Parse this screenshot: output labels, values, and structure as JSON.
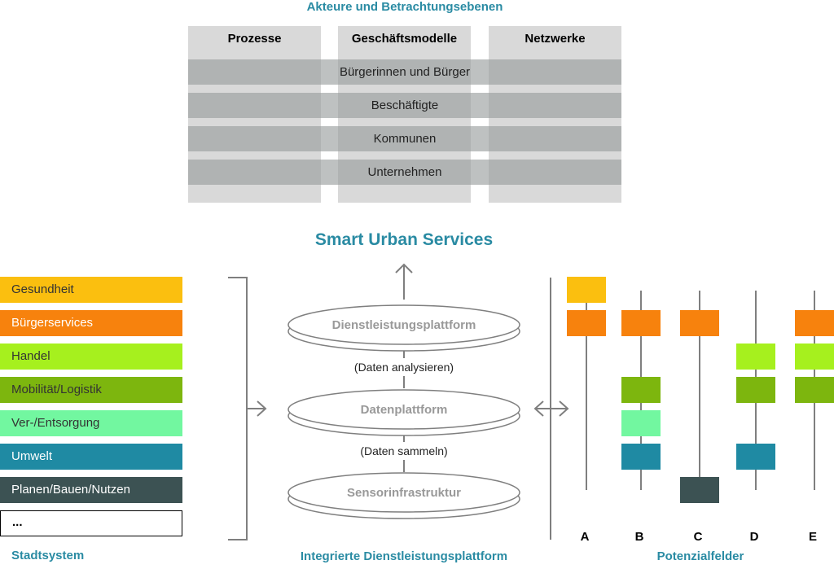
{
  "actors_section": {
    "title": "Akteure und Betrachtungsebenen",
    "columns": [
      "Prozesse",
      "Geschäftsmodelle",
      "Netzwerke"
    ],
    "actors": [
      "Bürgerinnen und Bürger",
      "Beschäftigte",
      "Kommunen",
      "Unternehmen"
    ]
  },
  "main_title": "Smart Urban Services",
  "city_system": {
    "label": "Stadtsystem",
    "items": [
      {
        "label": "Gesundheit",
        "color": "#fbbf0f",
        "text_color": "#333333"
      },
      {
        "label": "Bürgerservices",
        "color": "#f7820d",
        "text_color": "#ffffff"
      },
      {
        "label": "Handel",
        "color": "#a6f01e",
        "text_color": "#333333"
      },
      {
        "label": "Mobilität/Logistik",
        "color": "#7db60e",
        "text_color": "#333333"
      },
      {
        "label": "Ver-/Entsorgung",
        "color": "#72f7a0",
        "text_color": "#333333"
      },
      {
        "label": "Umwelt",
        "color": "#1f8aa3",
        "text_color": "#ffffff"
      },
      {
        "label": "Planen/Bauen/Nutzen",
        "color": "#3c5253",
        "text_color": "#ffffff"
      },
      {
        "label": "...",
        "color": "#ffffff",
        "text_color": "#000000"
      }
    ]
  },
  "platform": {
    "label": "Integrierte Dienstleistungsplattform",
    "layers": [
      "Dienstleistungsplattform",
      "Datenplattform",
      "Sensorinfrastruktur"
    ],
    "steps": [
      "(Daten analysieren)",
      "(Daten sammeln)"
    ]
  },
  "potential_fields": {
    "label": "Potenzialfelder",
    "columns": [
      {
        "letter": "A",
        "items": [
          0,
          1
        ]
      },
      {
        "letter": "B",
        "items": [
          1,
          3,
          4,
          5
        ]
      },
      {
        "letter": "C",
        "items": [
          1,
          6
        ]
      },
      {
        "letter": "D",
        "items": [
          2,
          3,
          5
        ]
      },
      {
        "letter": "E",
        "items": [
          1,
          2,
          3
        ]
      }
    ]
  }
}
